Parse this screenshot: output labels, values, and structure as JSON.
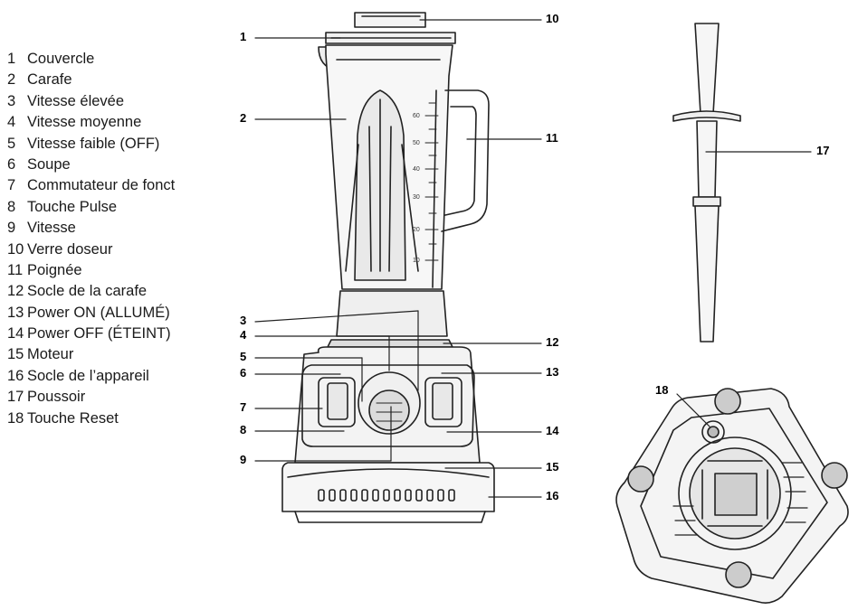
{
  "legend": [
    {
      "num": "1",
      "text": "Couvercle"
    },
    {
      "num": "2",
      "text": "Carafe"
    },
    {
      "num": "3",
      "text": "Vitesse élevée"
    },
    {
      "num": "4",
      "text": "Vitesse moyenne"
    },
    {
      "num": "5",
      "text": "Vitesse faible (OFF)"
    },
    {
      "num": "6",
      "text": "Soupe"
    },
    {
      "num": "7",
      "text": "Commutateur de fonct"
    },
    {
      "num": "8",
      "text": "Touche Pulse"
    },
    {
      "num": "9",
      "text": "Vitesse"
    },
    {
      "num": "10",
      "text": "Verre doseur"
    },
    {
      "num": "11",
      "text": "Poignée"
    },
    {
      "num": "12",
      "text": "Socle de la carafe"
    },
    {
      "num": "13",
      "text": "Power ON (ALLUMÉ)"
    },
    {
      "num": "14",
      "text": "Power OFF (ÉTEINT)"
    },
    {
      "num": "15",
      "text": "Moteur"
    },
    {
      "num": "16",
      "text": "Socle de l’appareil"
    },
    {
      "num": "17",
      "text": "Poussoir"
    },
    {
      "num": "18",
      "text": "Touche Reset"
    }
  ],
  "callouts": {
    "c1": "1",
    "c2": "2",
    "c3": "3",
    "c4": "4",
    "c5": "5",
    "c6": "6",
    "c7": "7",
    "c8": "8",
    "c9": "9",
    "c10": "10",
    "c11": "11",
    "c12": "12",
    "c13": "13",
    "c14": "14",
    "c15": "15",
    "c16": "16",
    "c17": "17",
    "c18": "18"
  },
  "scale_marks": [
    "10",
    "20",
    "30",
    "40",
    "50",
    "60"
  ]
}
